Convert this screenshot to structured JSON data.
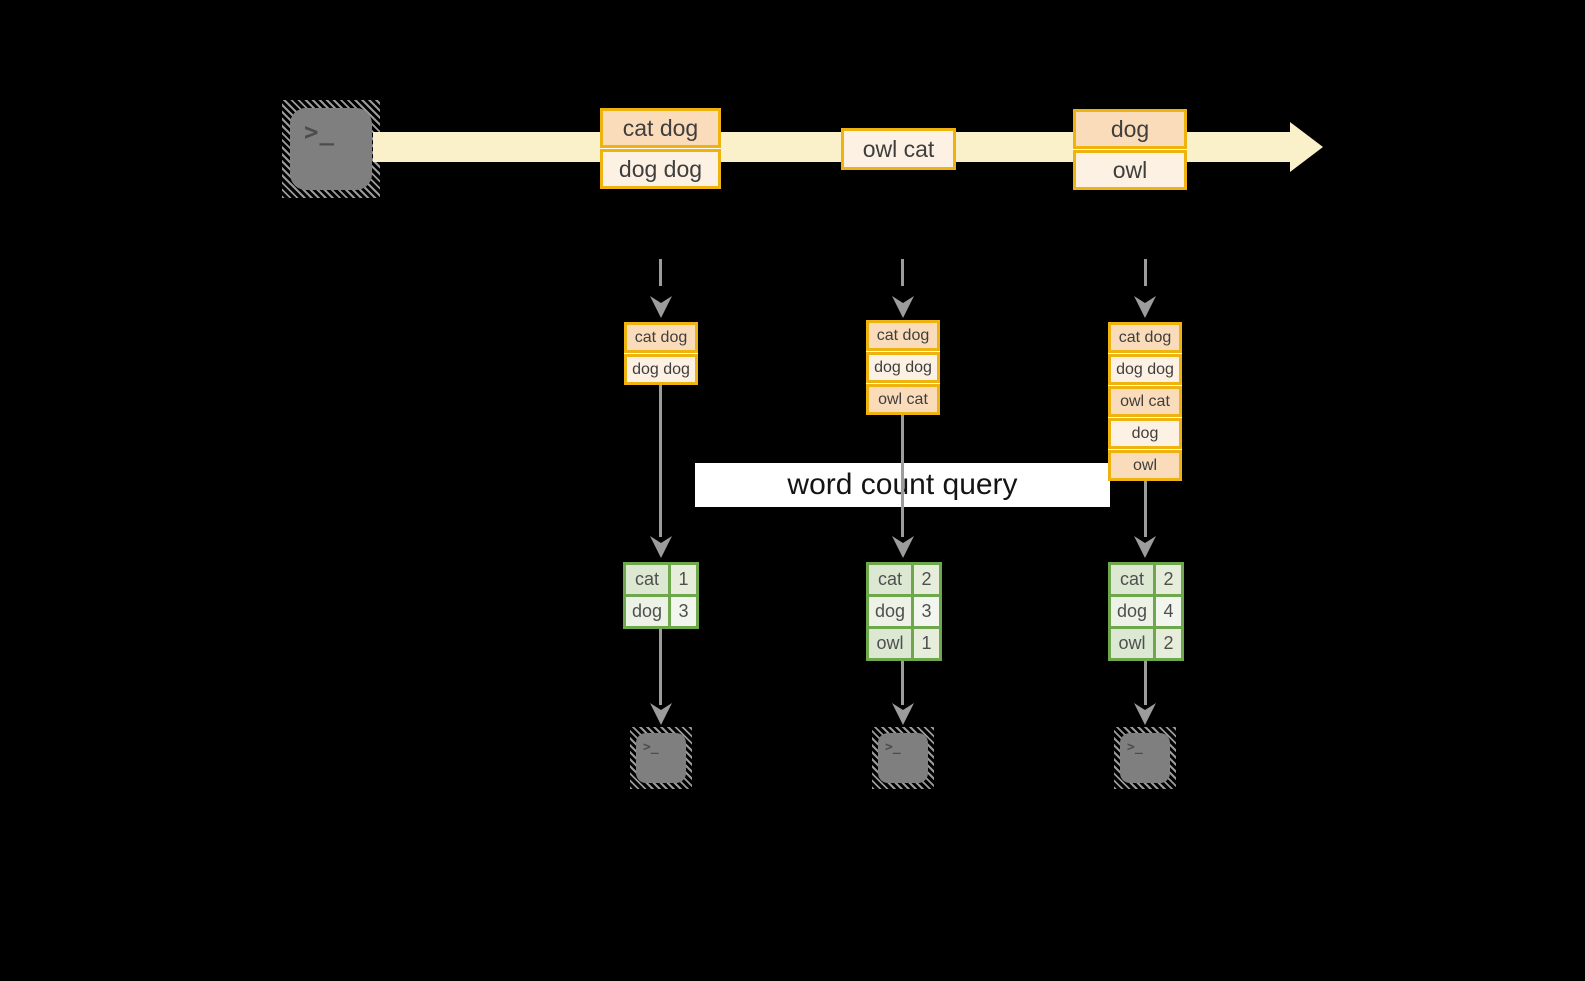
{
  "query_label": "word count query",
  "icons": {
    "terminal_prompt": ">_",
    "stream_arrow": "right-arrow",
    "down_arrow": "down-arrow"
  },
  "colors": {
    "background": "#000000",
    "stream_band": "#faf0c9",
    "record_border": "#efb310",
    "record_fill_dark": "#fadcbb",
    "record_fill_light": "#fdf1e3",
    "table_border": "#6fa84c",
    "table_fill_dark": "#dde8d2",
    "table_fill_light": "#edf2e7",
    "arrow_gray": "#9c9c9c",
    "terminal_gray": "#7f7f7f",
    "query_band_bg": "#ffffff"
  },
  "stream": {
    "records": [
      {
        "rows": [
          "cat dog",
          "dog dog"
        ]
      },
      {
        "rows": [
          "owl cat"
        ]
      },
      {
        "rows": [
          "dog",
          "owl"
        ]
      }
    ]
  },
  "columns": [
    {
      "buffer": [
        "cat dog",
        "dog dog"
      ],
      "counts": [
        {
          "word": "cat",
          "count": "1"
        },
        {
          "word": "dog",
          "count": "3"
        }
      ]
    },
    {
      "buffer": [
        "cat dog",
        "dog dog",
        "owl cat"
      ],
      "counts": [
        {
          "word": "cat",
          "count": "2"
        },
        {
          "word": "dog",
          "count": "3"
        },
        {
          "word": "owl",
          "count": "1"
        }
      ]
    },
    {
      "buffer": [
        "cat dog",
        "dog dog",
        "owl cat",
        "dog",
        "owl"
      ],
      "counts": [
        {
          "word": "cat",
          "count": "2"
        },
        {
          "word": "dog",
          "count": "4"
        },
        {
          "word": "owl",
          "count": "2"
        }
      ]
    }
  ]
}
